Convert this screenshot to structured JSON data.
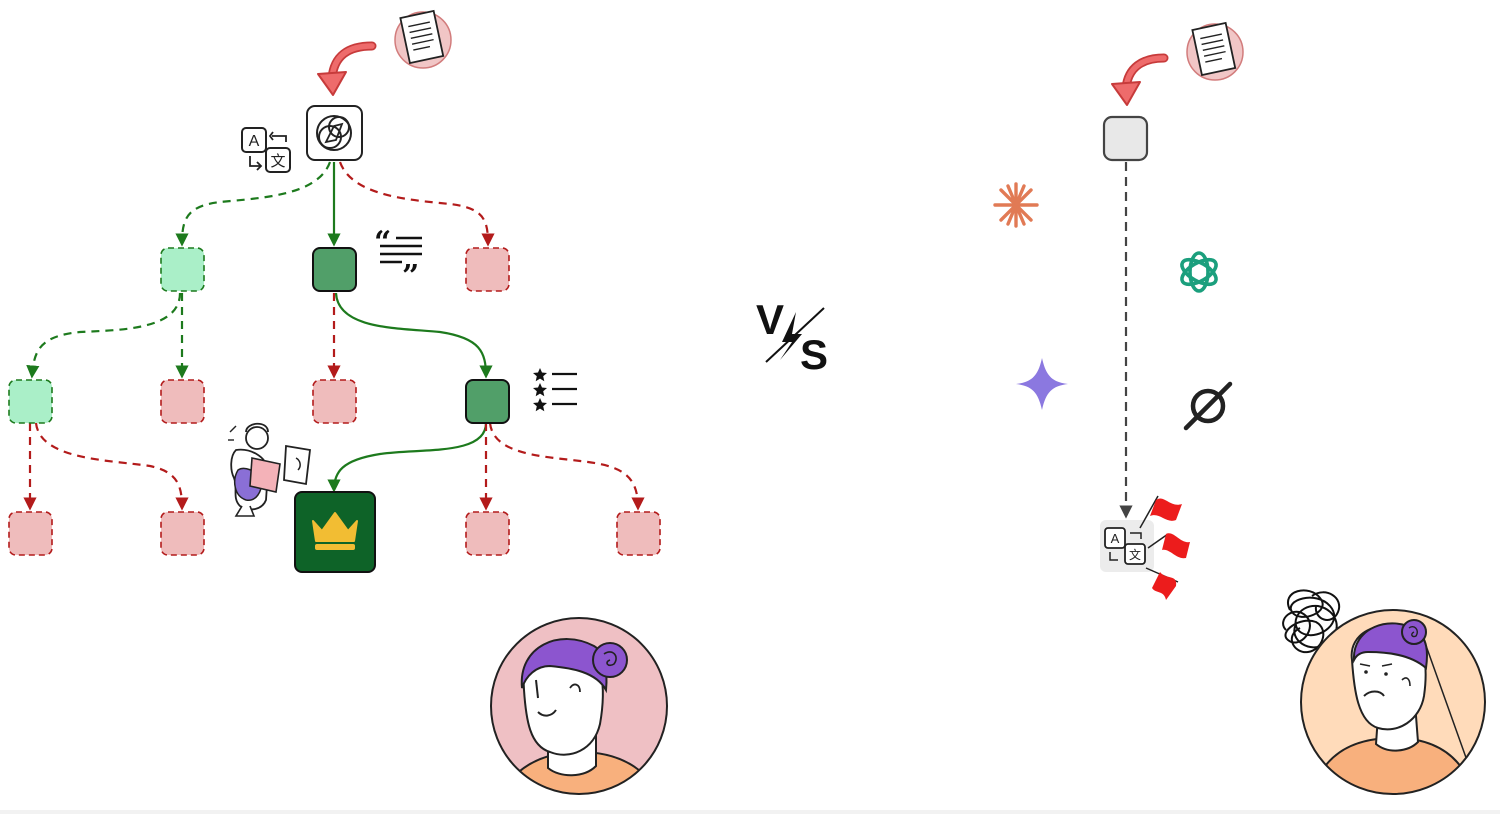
{
  "vs": {
    "v": "V",
    "s": "S"
  },
  "translate_glyphs": {
    "latin": "A",
    "cjk": "文"
  },
  "icons": {
    "document": "document-icon",
    "curved_arrow": "curved-arrow-icon",
    "compass": "compass-icon",
    "translate": "translate-icon",
    "quote": "quote-text-icon",
    "ranked_list": "ranked-list-icon",
    "crown": "crown-icon",
    "reading_person": "person-reading-icon",
    "claude": "claude-spark-icon",
    "openai": "openai-icon",
    "gemini": "gemini-sparkle-icon",
    "perplexity": "perplexity-icon",
    "red_flag": "red-flag-icon",
    "tangled_scribble": "confused-scribble-icon",
    "happy_avatar": "happy-avatar",
    "confused_avatar": "confused-avatar"
  },
  "colors": {
    "explored_fill": "#aaefc8",
    "explored_stroke": "#1d7a1d",
    "chosen_fill": "#519f69",
    "dead_fill": "#efbcbc",
    "dead_stroke": "#b31b1b",
    "winner_fill": "#0e6328",
    "crown": "#f2bd33",
    "arrow_red": "#e04f4f",
    "doc_circle": "#f1c6c6",
    "neutral_box": "#e8e8e8",
    "dashed_grey": "#444444",
    "claude": "#e17a55",
    "openai": "#1b9f7d",
    "gemini": "#8b78e0",
    "flag": "#ec1c1c",
    "hair": "#8c55cf",
    "avatar_bg_left": "#efc0c4",
    "avatar_bg_right": "#ffdbba",
    "shirt": "#f8b07d"
  }
}
